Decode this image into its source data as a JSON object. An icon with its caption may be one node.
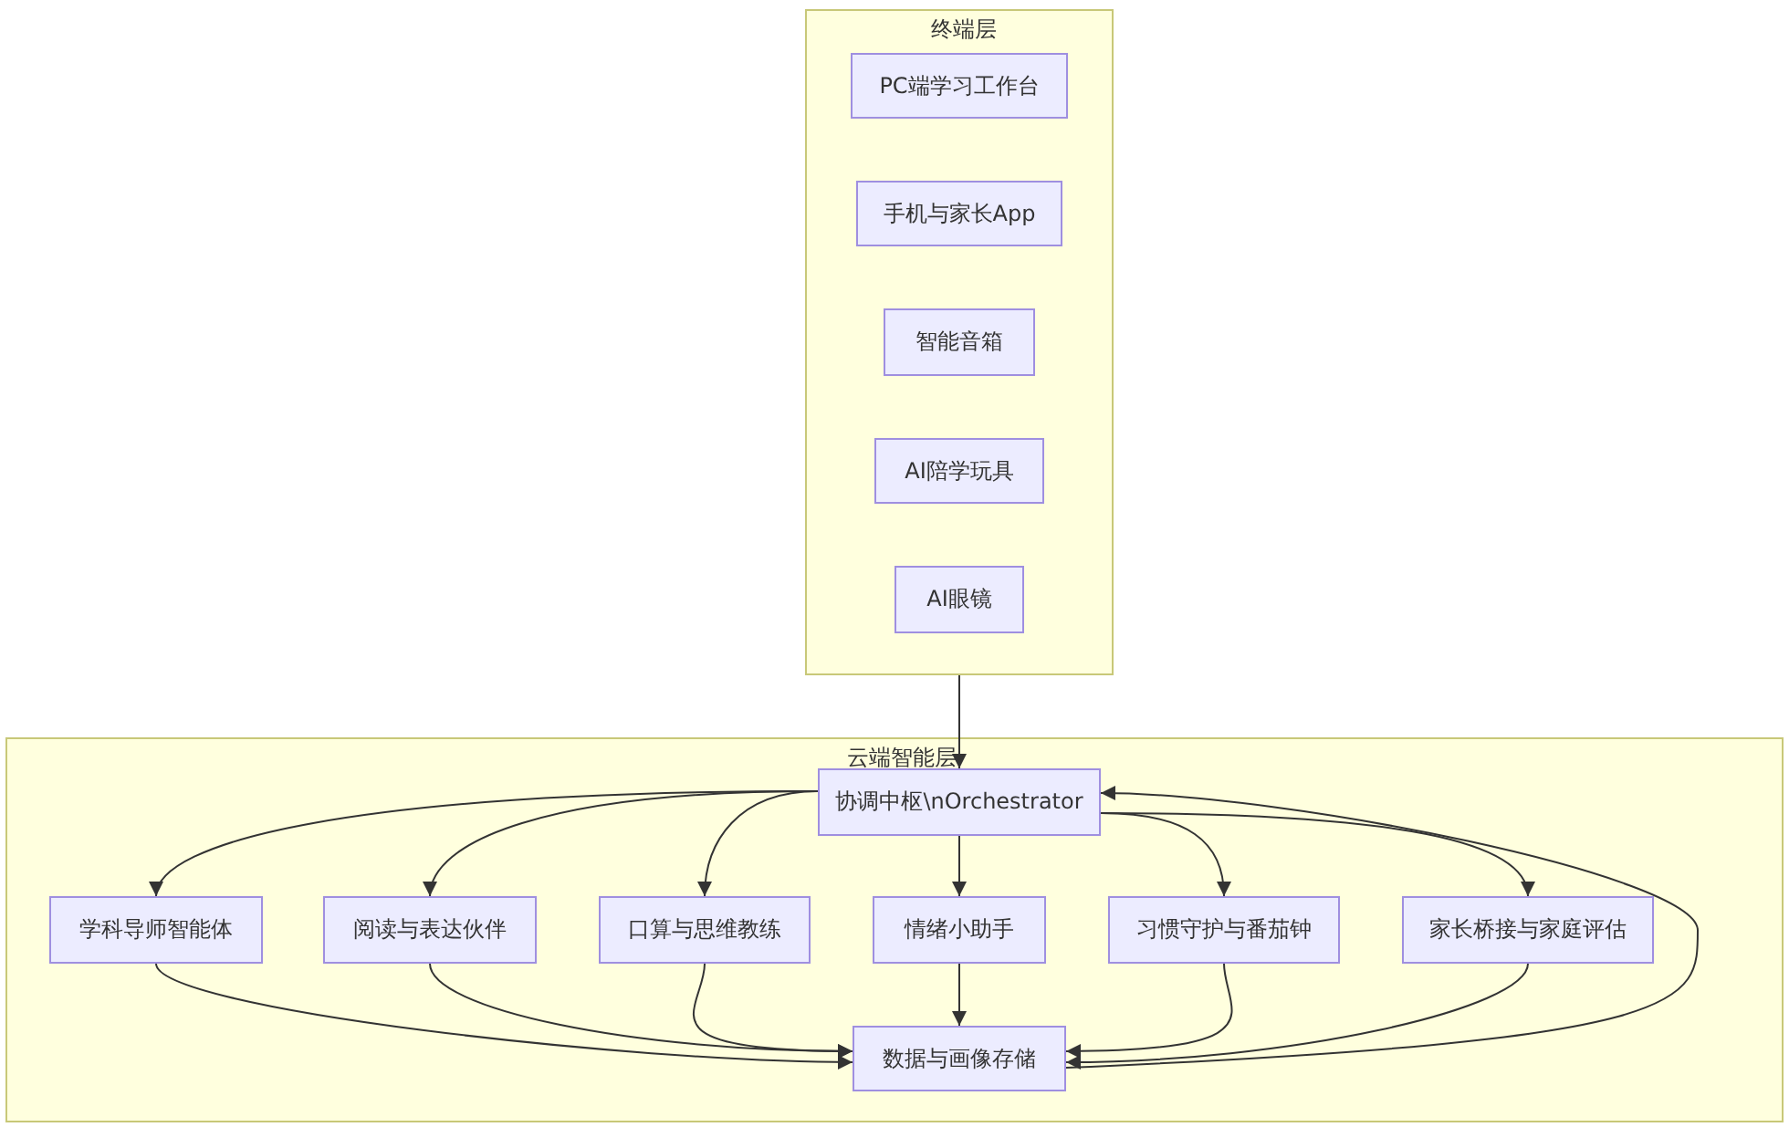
{
  "diagram": {
    "nodes": [
      {
        "text": [
          "终端层"
        ]
      },
      {
        "text": [
          "PC端学习工作台"
        ],
        "in": 0
      },
      {
        "text": [
          "手机与家长App"
        ],
        "in": 0
      },
      {
        "text": [
          "智能音箱"
        ],
        "in": 0
      },
      {
        "text": [
          "AI陪学玩具"
        ],
        "in": 0
      },
      {
        "text": [
          "AI眼镜"
        ],
        "in": 0
      },
      {
        "text": [
          "云端智能层"
        ]
      },
      {
        "text": [
          "协调中枢\\nOrchestrator"
        ],
        "in": 6
      },
      {
        "text": [
          "学科导师智能体"
        ],
        "in": 6
      },
      {
        "text": [
          "阅读与表达伙伴"
        ],
        "in": 6
      },
      {
        "text": [
          "口算与思维教练"
        ],
        "in": 6
      },
      {
        "text": [
          "情绪小助手"
        ],
        "in": 6
      },
      {
        "text": [
          "习惯守护与番茄钟"
        ],
        "in": 6
      },
      {
        "text": [
          "家长桥接与家庭评估"
        ],
        "in": 6
      },
      {
        "text": [
          "数据与画像存储"
        ],
        "in": 6
      }
    ],
    "edges": [
      {
        "from": 0,
        "to": 7,
        "arrow": "to"
      },
      {
        "from": 7,
        "to": 8,
        "arrow": "to"
      },
      {
        "from": 7,
        "to": 9,
        "arrow": "to"
      },
      {
        "from": 7,
        "to": 10,
        "arrow": "to"
      },
      {
        "from": 7,
        "to": 11,
        "arrow": "to"
      },
      {
        "from": 7,
        "to": 12,
        "arrow": "to"
      },
      {
        "from": 7,
        "to": 13,
        "arrow": "to"
      },
      {
        "from": 8,
        "to": 14,
        "arrow": "to"
      },
      {
        "from": 9,
        "to": 14,
        "arrow": "to"
      },
      {
        "from": 10,
        "to": 14,
        "arrow": "to"
      },
      {
        "from": 11,
        "to": 14,
        "arrow": "to"
      },
      {
        "from": 12,
        "to": 14,
        "arrow": "to"
      },
      {
        "from": 13,
        "to": 14,
        "arrow": "to"
      },
      {
        "from": 14,
        "to": 7,
        "arrow": "to"
      }
    ]
  }
}
